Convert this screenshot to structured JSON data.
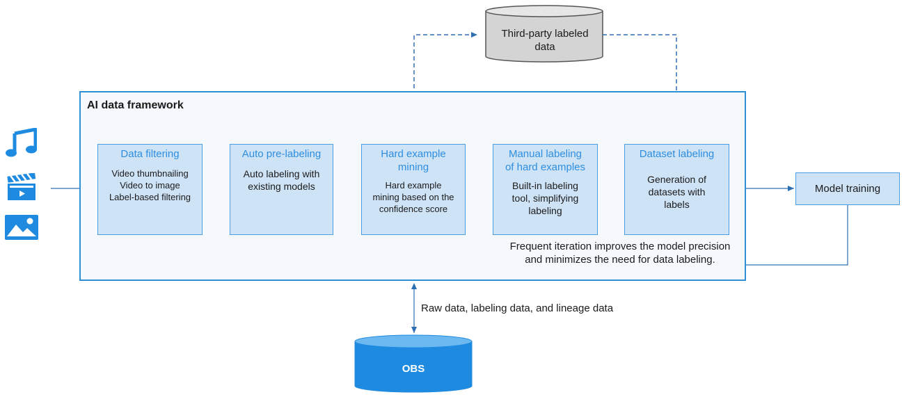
{
  "framework": {
    "title": "AI data framework"
  },
  "stages": {
    "filtering": {
      "title": "Data filtering",
      "lines": [
        "Video thumbnailing",
        "Video to image",
        "Label-based filtering"
      ]
    },
    "auto": {
      "title": "Auto pre-labeling",
      "lines": [
        "Auto labeling with",
        "existing models"
      ]
    },
    "hard": {
      "title_lines": [
        "Hard example",
        "mining"
      ],
      "lines": [
        "Hard example",
        "mining based on the",
        "confidence score"
      ]
    },
    "manual": {
      "title_lines": [
        "Manual labeling",
        "of hard examples"
      ],
      "lines": [
        "Built-in labeling",
        "tool, simplifying",
        "labeling"
      ]
    },
    "dataset": {
      "title": "Dataset labeling",
      "lines": [
        "Generation of",
        "datasets with",
        "labels"
      ]
    }
  },
  "model_training": {
    "label": "Model training"
  },
  "third_party": {
    "lines": [
      "Third-party labeled",
      "data"
    ]
  },
  "obs": {
    "label": "OBS"
  },
  "notes": {
    "iteration_lines": [
      "Frequent iteration improves the model precision",
      "and minimizes the need for data labeling."
    ],
    "raw_data": "Raw data, labeling data, and lineage data"
  },
  "input_icons": [
    "music-note-icon",
    "video-clapper-icon",
    "image-icon"
  ],
  "colors": {
    "frame_border": "#2e8fd6",
    "frame_fill": "#f5f9fd",
    "box_fill": "#cfe3f7",
    "box_border": "#4a9de0",
    "box_title": "#2d8ee0",
    "arrow": "#2e6fb3",
    "icon": "#1f8be0",
    "obs_fill": "#1f8be0",
    "third_party_fill": "#d4d4d4"
  }
}
